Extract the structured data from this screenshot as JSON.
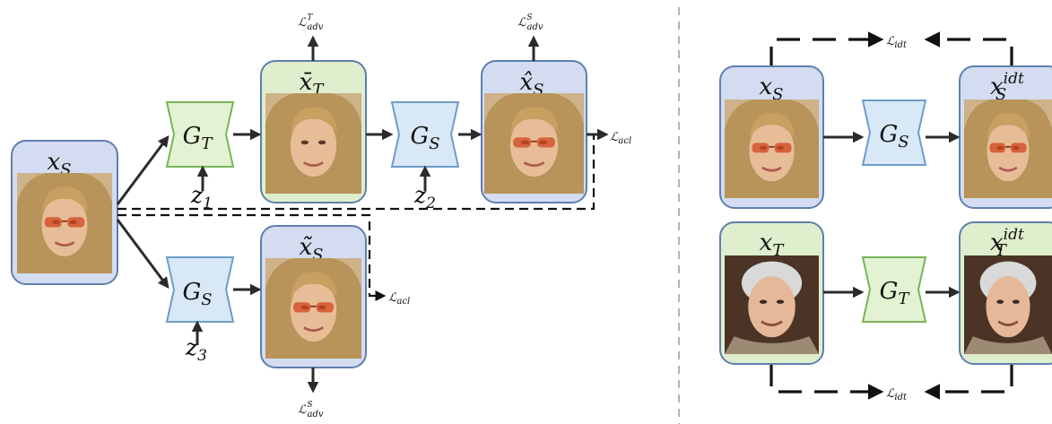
{
  "colors": {
    "card_blue": "#d3dcf0",
    "card_green": "#dfeecd",
    "generator_blue": "#d8e8f7",
    "generator_green": "#e2f2d2",
    "face_photo_placeholder": "#7a5a3c",
    "sunglasses": "#d2451e",
    "divider": "#9a9a9a"
  },
  "left_panel": {
    "input_card": {
      "var": "x",
      "sub": "S"
    },
    "gen_t": {
      "var": "G",
      "sub": "T"
    },
    "gen_s_top": {
      "var": "G",
      "sub": "S"
    },
    "gen_s_bottom": {
      "var": "G",
      "sub": "S"
    },
    "z1": {
      "var": "z",
      "sub": "1"
    },
    "z2": {
      "var": "z",
      "sub": "2"
    },
    "z3": {
      "var": "z",
      "sub": "3"
    },
    "card_xbar_t": {
      "var": "x̄",
      "sub": "T"
    },
    "card_xhat_s": {
      "var": "x̂",
      "sub": "S"
    },
    "card_xtilde_s": {
      "var": "x̃",
      "sub": "S"
    },
    "loss_adv_top_t": {
      "sym": "ℒ",
      "sub": "adv",
      "sup": "T"
    },
    "loss_adv_top_s": {
      "sym": "ℒ",
      "sub": "adv",
      "sup": "S"
    },
    "loss_adv_bottom_s": {
      "sym": "ℒ",
      "sub": "adv",
      "sup": "S"
    },
    "loss_acl_top": {
      "sym": "ℒ",
      "sub": "acl"
    },
    "loss_acl_bottom": {
      "sym": "ℒ",
      "sub": "acl"
    }
  },
  "right_panel": {
    "card_xs": {
      "var": "x",
      "sub": "S"
    },
    "card_xt": {
      "var": "x",
      "sub": "T"
    },
    "gen_s": {
      "var": "G",
      "sub": "S"
    },
    "gen_t": {
      "var": "G",
      "sub": "T"
    },
    "card_xs_idt": {
      "var": "x",
      "sub": "S",
      "sup": "idt"
    },
    "card_xt_idt": {
      "var": "x",
      "sub": "T",
      "sup": "idt"
    },
    "loss_idt_top": {
      "sym": "ℒ",
      "sub": "idt"
    },
    "loss_idt_bottom": {
      "sym": "ℒ",
      "sub": "idt"
    }
  }
}
